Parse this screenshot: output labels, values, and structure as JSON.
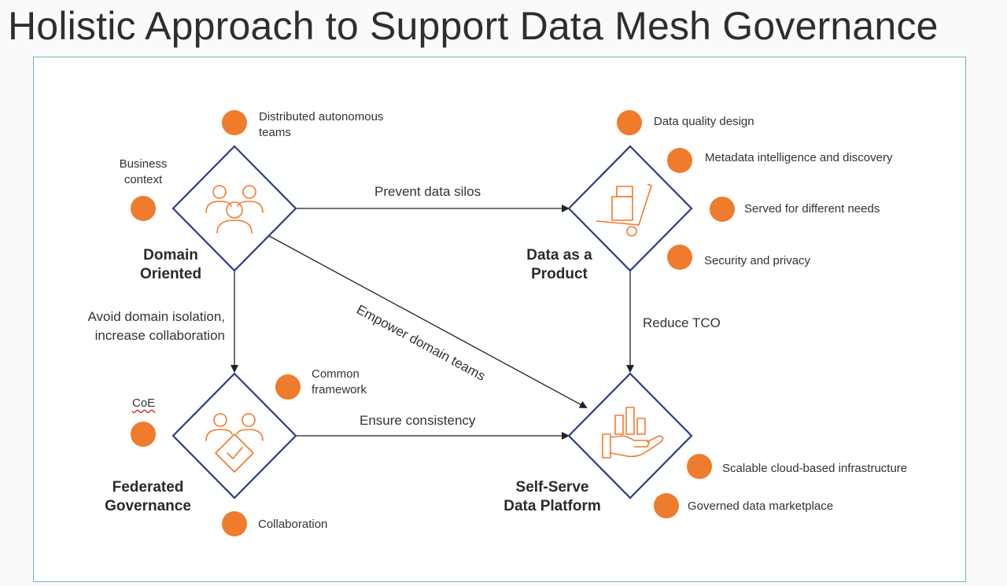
{
  "title": "Holistic Approach to Support Data Mesh Governance",
  "colors": {
    "accent": "#ef7b2c",
    "diamond": "#2b3d8f",
    "frame": "#6fb3bf"
  },
  "nodes": {
    "domain": {
      "title_line1": "Domain",
      "title_line2": "Oriented",
      "icon": "people-group-icon",
      "features": {
        "distributed_l1": "Distributed autonomous",
        "distributed_l2": "teams",
        "business_l1": "Business",
        "business_l2": "context"
      }
    },
    "product": {
      "title_line1": "Data as a",
      "title_line2": "Product",
      "icon": "hand-truck-icon",
      "features": {
        "quality": "Data quality design",
        "metadata": "Metadata intelligence and discovery",
        "served": "Served for different needs",
        "security": "Security and privacy"
      }
    },
    "governance": {
      "title_line1": "Federated",
      "title_line2": "Governance",
      "icon": "people-checkmark-icon",
      "features": {
        "common_l1": "Common",
        "common_l2": "framework",
        "coe": "CoE",
        "collaboration": "Collaboration"
      }
    },
    "platform": {
      "title_line1": "Self-Serve",
      "title_line2": "Data Platform",
      "icon": "hand-bar-chart-icon",
      "features": {
        "scalable": "Scalable cloud-based infrastructure",
        "marketplace": "Governed data marketplace"
      }
    }
  },
  "edges": {
    "silos": "Prevent data silos",
    "empower": "Empower domain teams",
    "isolation_l1": "Avoid domain isolation,",
    "isolation_l2": "increase collaboration",
    "tco": "Reduce TCO",
    "consistency": "Ensure consistency"
  }
}
